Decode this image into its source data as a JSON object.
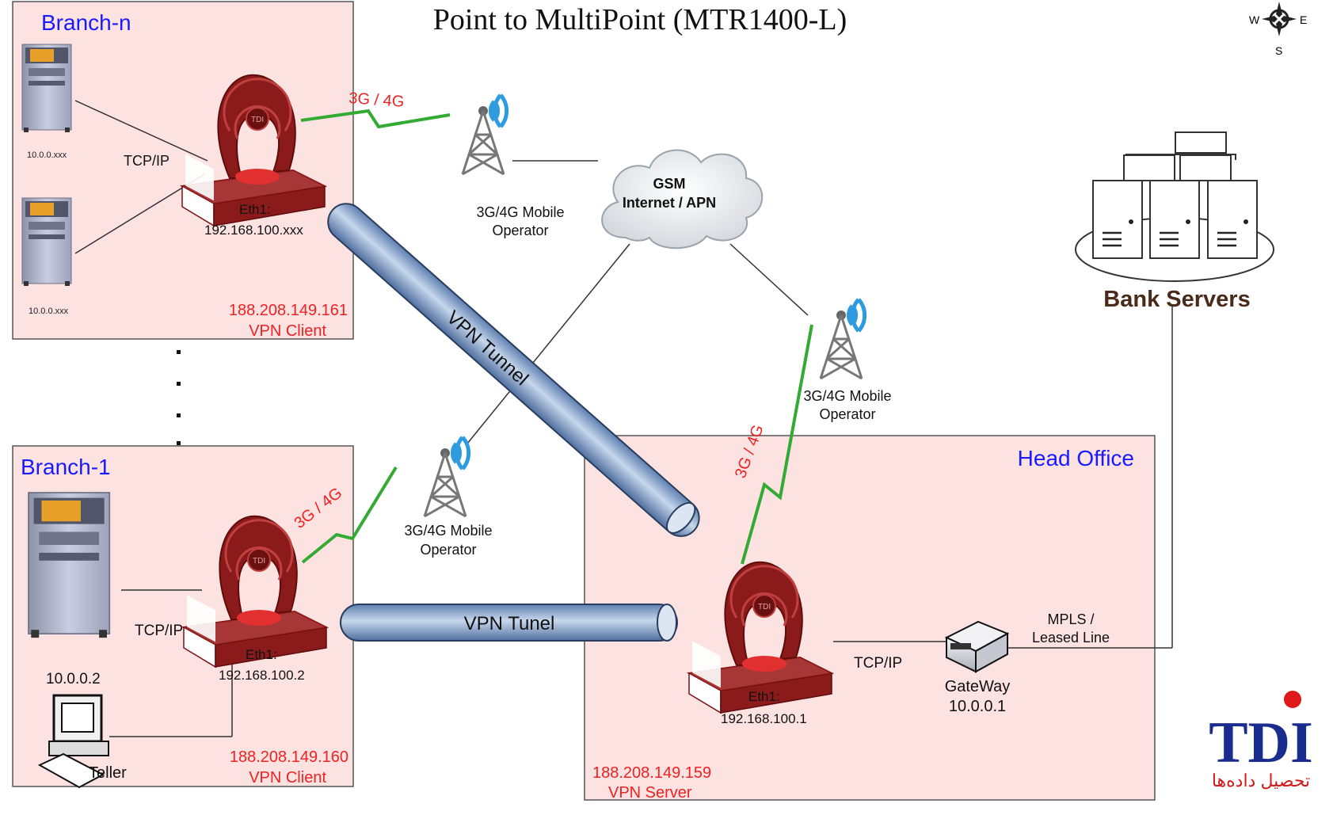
{
  "title": "Point to MultiPoint (MTR1400-L)",
  "compass": {
    "west": "W",
    "east": "E",
    "south": "S"
  },
  "branch_n": {
    "name": "Branch-n",
    "atm1_ip": "10.0.0.xxx",
    "atm2_ip": "10.0.0.xxx",
    "link_label": "TCP/IP",
    "eth_label": "Eth1:",
    "eth_ip": "192.168.100.xxx",
    "wan_ip": "188.208.149.161",
    "role": "VPN Client",
    "radio_label": "3G / 4G"
  },
  "branch_1": {
    "name": "Branch-1",
    "atm_ip": "10.0.0.2",
    "link_label": "TCP/IP",
    "eth_label": "Eth1:",
    "eth_ip": "192.168.100.2",
    "wan_ip": "188.208.149.160",
    "role": "VPN Client",
    "teller_label": "Teller",
    "radio_label": "3G / 4G"
  },
  "head_office": {
    "name": "Head Office",
    "eth_label": "Eth1:",
    "eth_ip": "192.168.100.1",
    "link_label": "TCP/IP",
    "gateway_label": "GateWay",
    "gateway_ip": "10.0.0.1",
    "wan_ip": "188.208.149.159",
    "role": "VPN Server",
    "radio_label": "3G / 4G"
  },
  "operators": {
    "top": [
      "3G/4G Mobile",
      "Operator"
    ],
    "right": [
      "3G/4G Mobile",
      "Operator"
    ],
    "bottom": [
      "3G/4G Mobile",
      "Operator"
    ]
  },
  "cloud": {
    "line1": "GSM",
    "line2": "Internet / APN"
  },
  "bank_servers": "Bank Servers",
  "mpls": {
    "line1": "MPLS /",
    "line2": "Leased Line"
  },
  "tunnels": {
    "diagonal": "VPN Tunnel",
    "horizontal": "VPN Tunel"
  },
  "logo": {
    "text": "TDI",
    "subtitle": "تحصیل دادەها"
  },
  "colors": {
    "zone_fill": "#fde2e2",
    "zone_border": "#555555",
    "branch_title": "#1a1aff",
    "ip_red": "#ee2222",
    "radio_green": "#33aa33",
    "tunnel_blue": "#7f9fc9",
    "router_red": "#8b1a1a",
    "logo_blue": "#1b2c8f"
  }
}
